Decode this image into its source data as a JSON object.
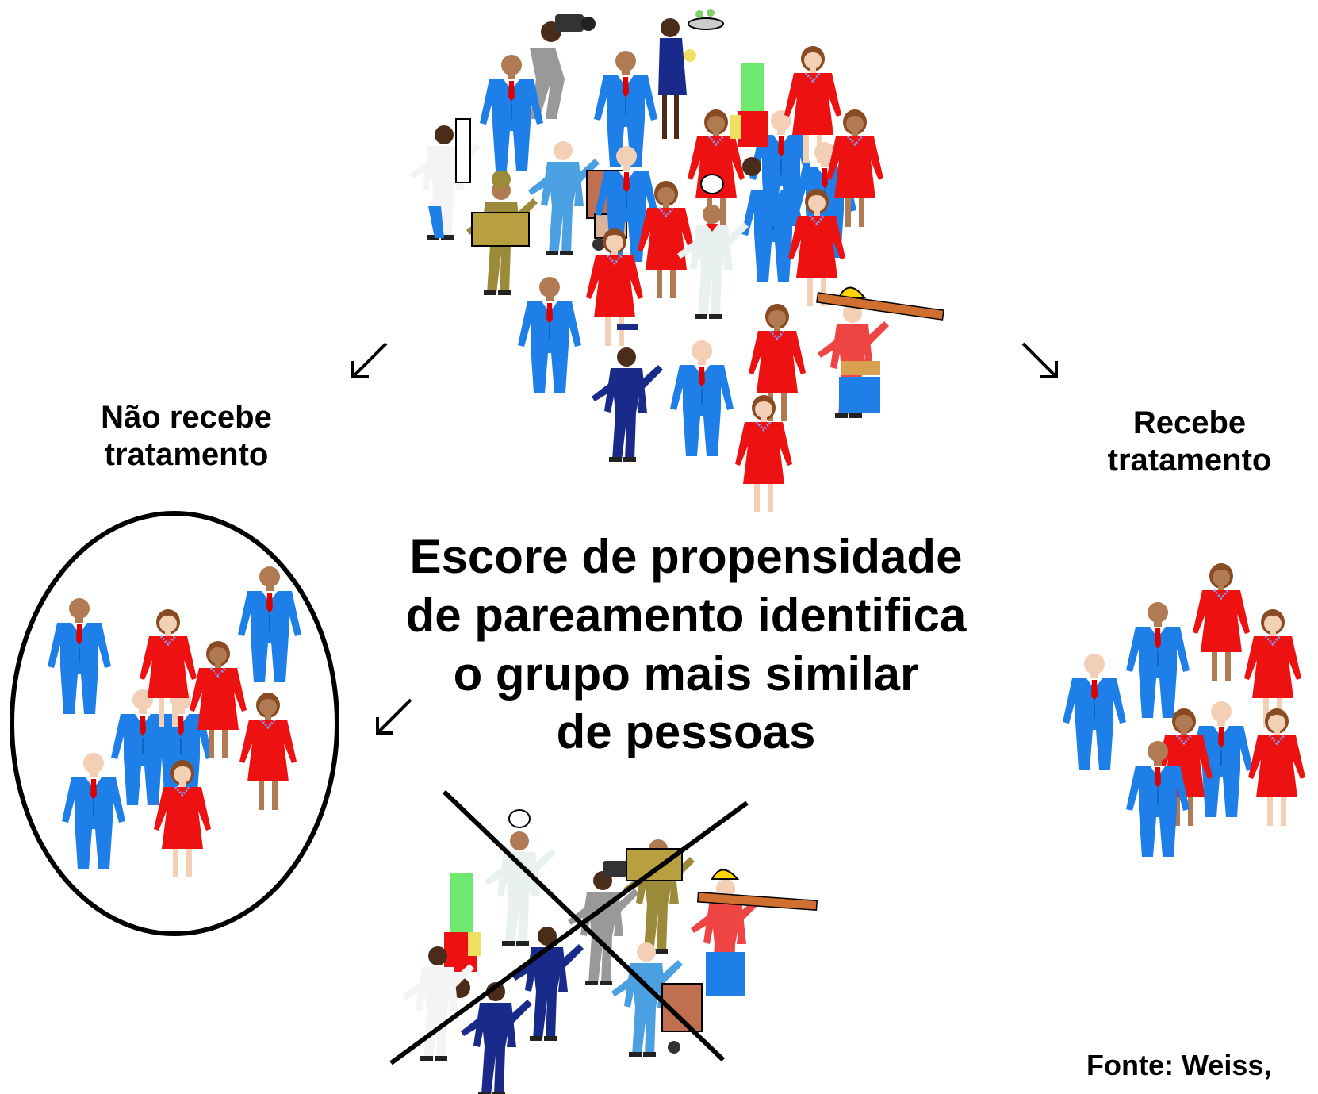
{
  "labels": {
    "no_treatment": [
      "Não recebe",
      "tratamento"
    ],
    "treatment": [
      "Recebe",
      "tratamento"
    ],
    "center": [
      "Escore de propensidade",
      "de pareamento identifica",
      "o grupo mais similar",
      "de pessoas"
    ],
    "source": "Fonte: Weiss,"
  },
  "colors": {
    "suit_blue": "#1e7fe8",
    "dress_red": "#ee1111",
    "tie_red": "#dd0000",
    "skin_light": "#f2cfb5",
    "skin_mid": "#b07a52",
    "skin_dark": "#4a2c1a",
    "hair_brown": "#8a4b22",
    "outline": "#000000"
  },
  "icons": {
    "arrows": [
      "arrow-down-left-icon",
      "arrow-down-right-icon",
      "arrow-down-left-icon"
    ],
    "figures": [
      "businessman-icon",
      "businesswoman-icon",
      "worker-icon",
      "police-officer-icon",
      "chef-icon",
      "camera-operator-icon",
      "delivery-person-icon",
      "construction-worker-icon"
    ],
    "cross": "x-cross-icon",
    "ellipse": "selection-ellipse"
  }
}
